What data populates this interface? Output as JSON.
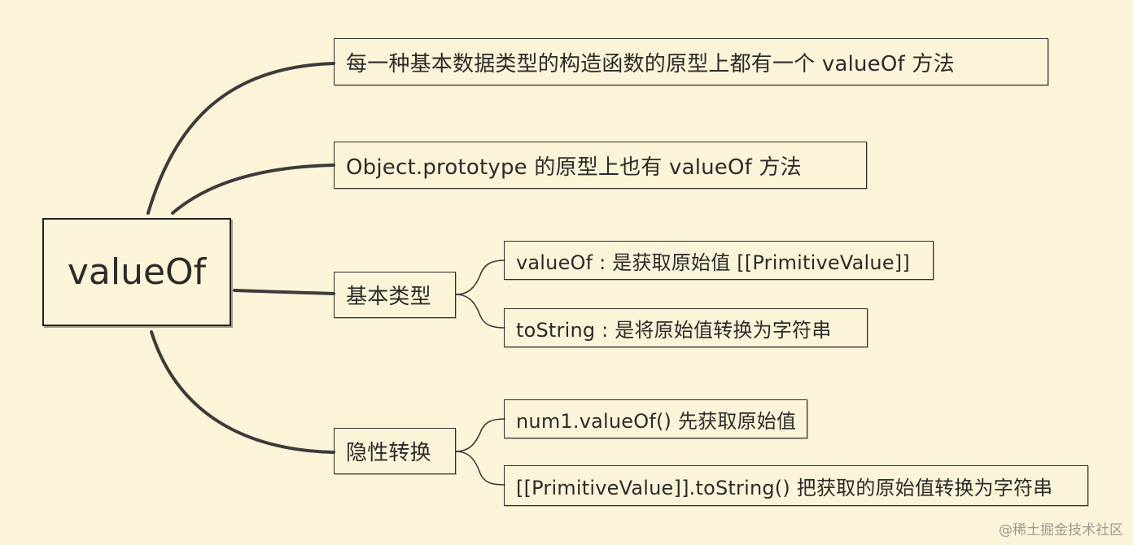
{
  "root": {
    "label": "valueOf"
  },
  "branches": [
    {
      "label": "每一种基本数据类型的构造函数的原型上都有一个 valueOf 方法"
    },
    {
      "label": "Object.prototype 的原型上也有 valueOf 方法"
    },
    {
      "label": "基本类型",
      "children": [
        {
          "label": "valueOf : 是获取原始值 [[PrimitiveValue]]"
        },
        {
          "label": "toString : 是将原始值转换为字符串"
        }
      ]
    },
    {
      "label": "隐性转换",
      "children": [
        {
          "label": "num1.valueOf() 先获取原始值"
        },
        {
          "label": "[[PrimitiveValue]].toString() 把获取的原始值转换为字符串"
        }
      ]
    }
  ],
  "watermark": "@稀土掘金技术社区",
  "colors": {
    "background": "#fcf4d8",
    "line": "#3a3a3a"
  }
}
